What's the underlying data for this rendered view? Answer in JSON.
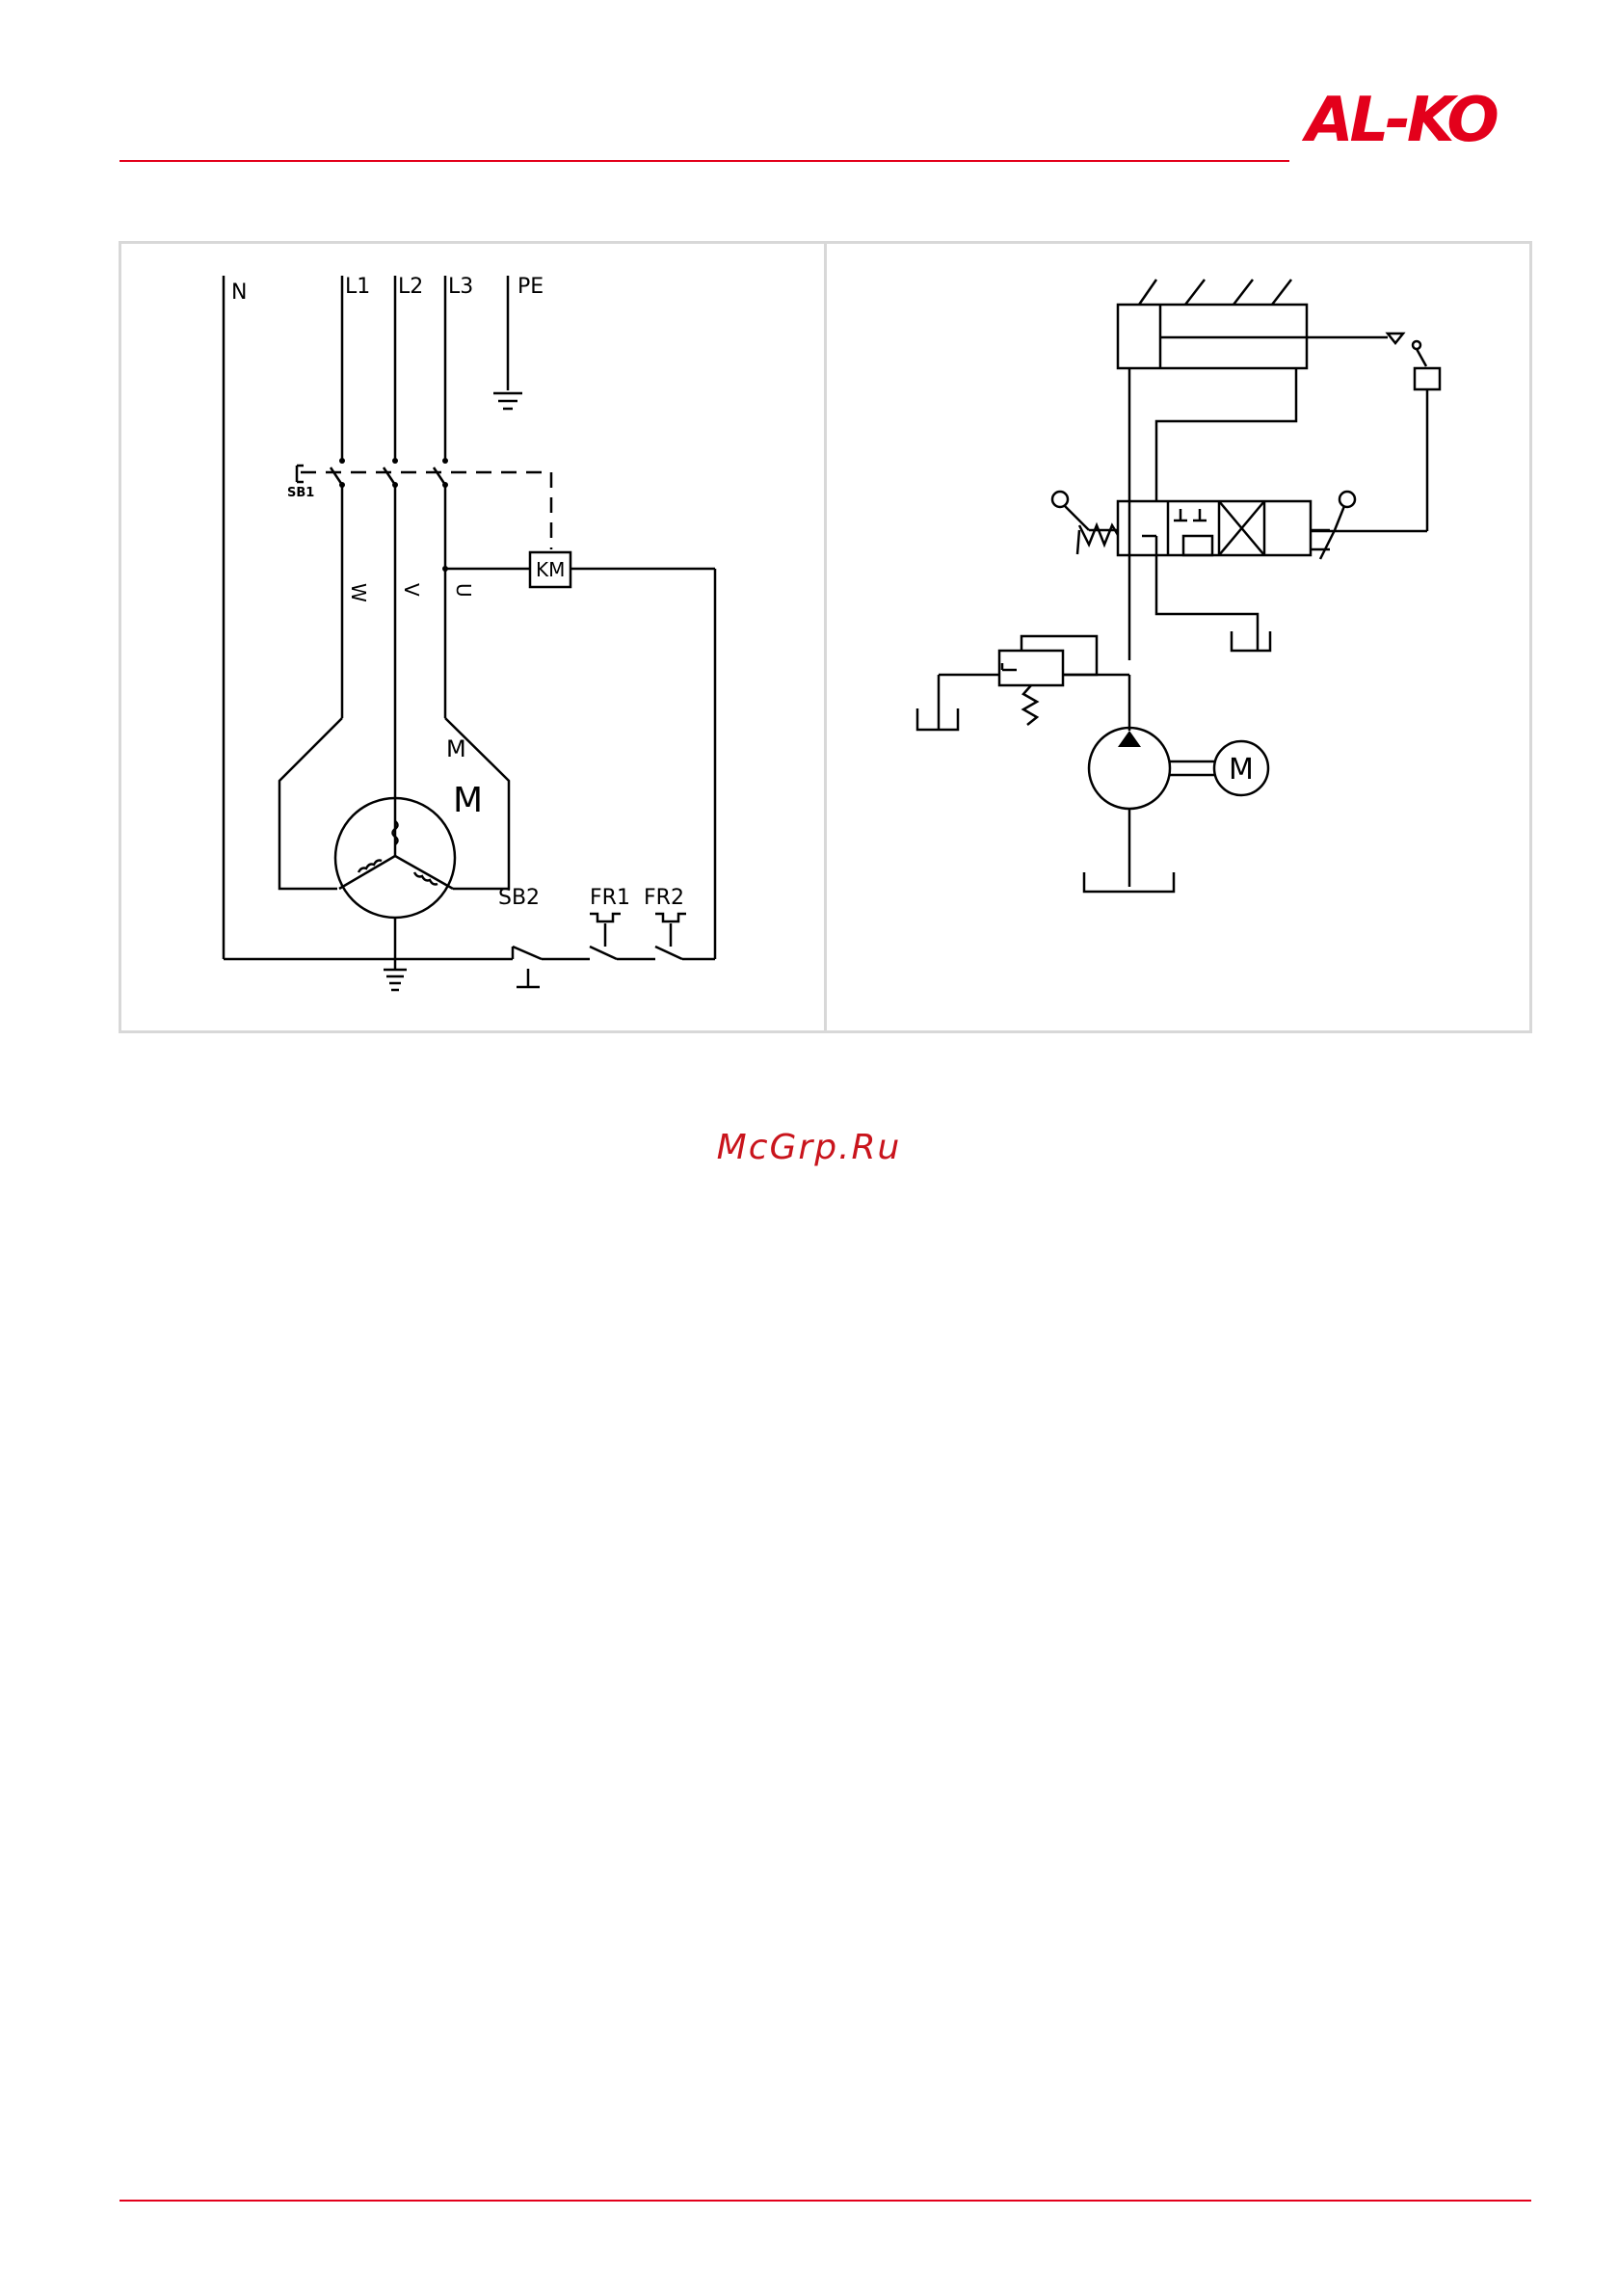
{
  "brand": {
    "logo_text": "AL-KO",
    "accent": "#e3001b"
  },
  "watermark": "McGrp.Ru",
  "electrical": {
    "labels": {
      "N": "N",
      "L1": "L1",
      "L2": "L2",
      "L3": "L3",
      "PE": "PE",
      "SB1": "SB1",
      "KM": "KM",
      "W": "W",
      "V": "V",
      "U": "U",
      "M_small": "M",
      "M_motor": "M",
      "SB2": "SB2",
      "FR1": "FR1",
      "FR2": "FR2"
    }
  },
  "hydraulic": {
    "labels": {
      "M": "M"
    }
  }
}
